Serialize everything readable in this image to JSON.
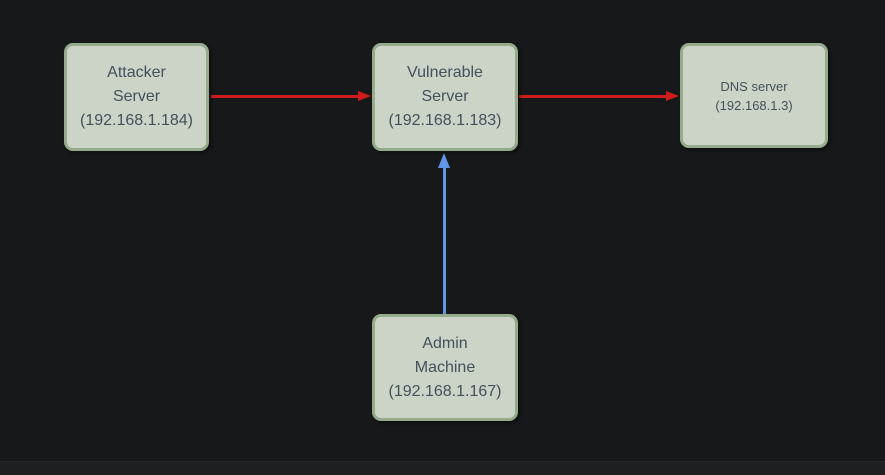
{
  "colors": {
    "background": "#161819",
    "bottom-strip": "#1d1f20",
    "node-fill": "#ccd4c8",
    "node-border": "#95ab8c",
    "node-text": "#44505a",
    "attack-red": "#d01b1b",
    "admin-blue": "#6096e8"
  },
  "diagram": {
    "title": "",
    "nodes": [
      {
        "id": "attacker-server",
        "lines": [
          "Attacker",
          "Server",
          "(192.168.1.184)"
        ],
        "ip": "192.168.1.184"
      },
      {
        "id": "vulnerable-server",
        "lines": [
          "Vulnerable",
          "Server",
          "(192.168.1.183)"
        ],
        "ip": "192.168.1.183"
      },
      {
        "id": "dns-server",
        "lines": [
          "DNS server",
          "(192.168.1.3)"
        ],
        "ip": "192.168.1.3"
      },
      {
        "id": "admin-machine",
        "lines": [
          "Admin",
          "Machine",
          "(192.168.1.167)"
        ],
        "ip": "192.168.1.167"
      }
    ],
    "edges": [
      {
        "from": "attacker-server",
        "to": "vulnerable-server",
        "color": "#d01b1b",
        "direction": "right"
      },
      {
        "from": "vulnerable-server",
        "to": "dns-server",
        "color": "#d01b1b",
        "direction": "right"
      },
      {
        "from": "admin-machine",
        "to": "vulnerable-server",
        "color": "#6096e8",
        "direction": "up"
      }
    ]
  }
}
